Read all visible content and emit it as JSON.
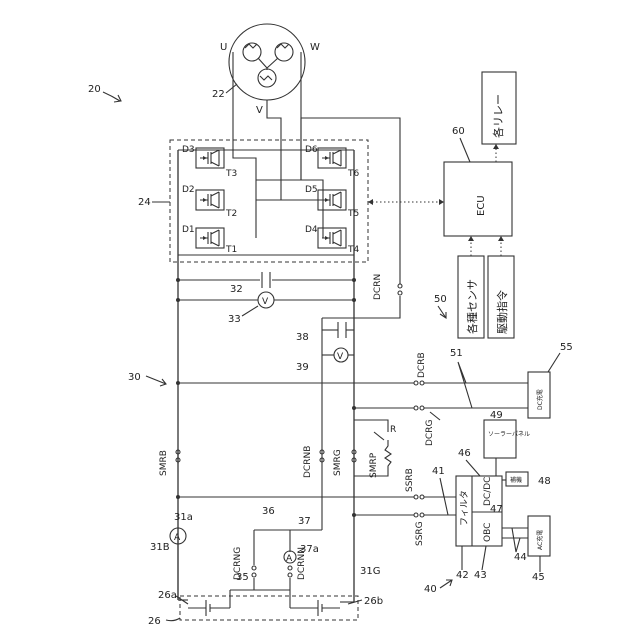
{
  "figure": {
    "ref": "20",
    "labels": {
      "u": "U",
      "v": "V",
      "w": "W",
      "r22": "22",
      "r24": "24",
      "r26": "26",
      "r26a": "26a",
      "r26b": "26b",
      "r30": "30",
      "r31a": "31a",
      "r31B": "31B",
      "r31G": "31G",
      "r32": "32",
      "r33": "33",
      "r35": "35",
      "r36": "36",
      "r37": "37",
      "r37a": "37a",
      "r38": "38",
      "r39": "39",
      "r40": "40",
      "r41": "41",
      "r42": "42",
      "r43": "43",
      "r44": "44",
      "r45": "45",
      "r46": "46",
      "r47": "47",
      "r48": "48",
      "r49": "49",
      "r50": "50",
      "r51": "51",
      "r55": "55",
      "r60": "60"
    },
    "switches": {
      "d1": "D1",
      "d2": "D2",
      "d3": "D3",
      "d4": "D4",
      "d5": "D5",
      "d6": "D6",
      "t1": "T1",
      "t2": "T2",
      "t3": "T3",
      "t4": "T4",
      "t5": "T5",
      "t6": "T6"
    },
    "relays": {
      "smrb": "SMRB",
      "smrg": "SMRG",
      "smrp": "SMRP",
      "r": "R",
      "dcrnb": "DCRNB",
      "dcrng": "DCRNG",
      "dcrnn": "DCRNN",
      "dcrb": "DCRB",
      "dcrg": "DCRG",
      "dcrn": "DCRN",
      "ssrb": "SSRB",
      "ssrg": "SSRG"
    },
    "meters": {
      "v": "V",
      "a": "A"
    },
    "boxes": {
      "ecu": "ECU",
      "relays": "各リレー",
      "sensors": "各種センサ",
      "drive": "駆動指令",
      "dc_charge": "DC充電",
      "ac_charge": "AC充電",
      "filter": "フィルタ",
      "obc": "OBC",
      "dcdc": "DC/DC",
      "aux": "補機",
      "solar": "ソーラーパネル"
    }
  }
}
